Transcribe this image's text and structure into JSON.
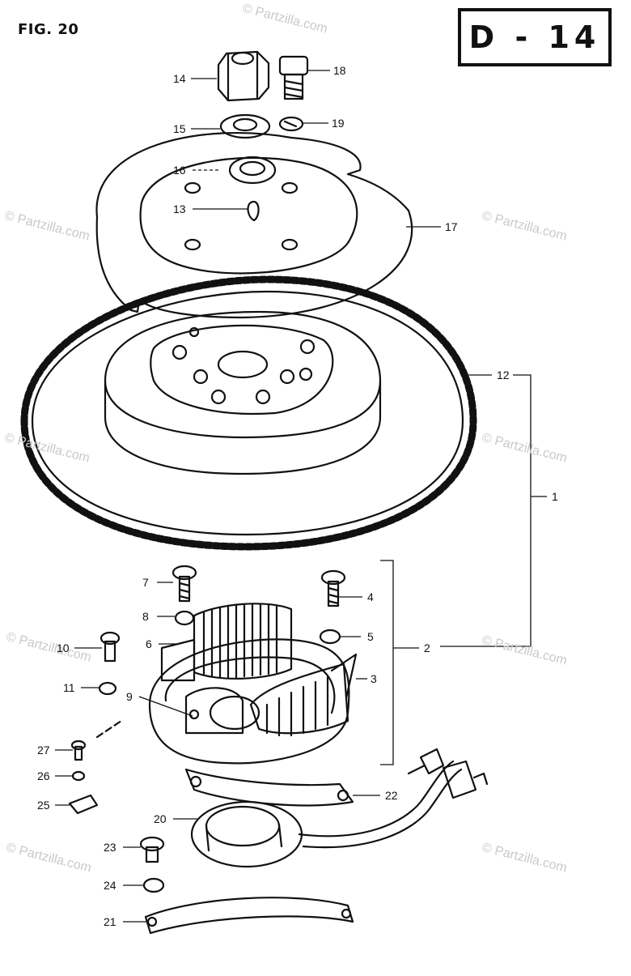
{
  "figure": {
    "label": "FIG. 20",
    "page_code": "D - 14"
  },
  "watermark": "© Partzilla.com",
  "callouts": [
    {
      "id": "c14",
      "text": "14"
    },
    {
      "id": "c18",
      "text": "18"
    },
    {
      "id": "c15",
      "text": "15"
    },
    {
      "id": "c19",
      "text": "19"
    },
    {
      "id": "c16",
      "text": "16"
    },
    {
      "id": "c13",
      "text": "13"
    },
    {
      "id": "c17",
      "text": "17"
    },
    {
      "id": "c12",
      "text": "12"
    },
    {
      "id": "c1",
      "text": "1"
    },
    {
      "id": "c7",
      "text": "7"
    },
    {
      "id": "c4",
      "text": "4"
    },
    {
      "id": "c8",
      "text": "8"
    },
    {
      "id": "c6",
      "text": "6"
    },
    {
      "id": "c5",
      "text": "5"
    },
    {
      "id": "c2",
      "text": "2"
    },
    {
      "id": "c10",
      "text": "10"
    },
    {
      "id": "c3",
      "text": "3"
    },
    {
      "id": "c11",
      "text": "11"
    },
    {
      "id": "c9",
      "text": "9"
    },
    {
      "id": "c27",
      "text": "27"
    },
    {
      "id": "c26",
      "text": "26"
    },
    {
      "id": "c25",
      "text": "25"
    },
    {
      "id": "c22",
      "text": "22"
    },
    {
      "id": "c20",
      "text": "20"
    },
    {
      "id": "c23",
      "text": "23"
    },
    {
      "id": "c24",
      "text": "24"
    },
    {
      "id": "c21",
      "text": "21"
    }
  ]
}
